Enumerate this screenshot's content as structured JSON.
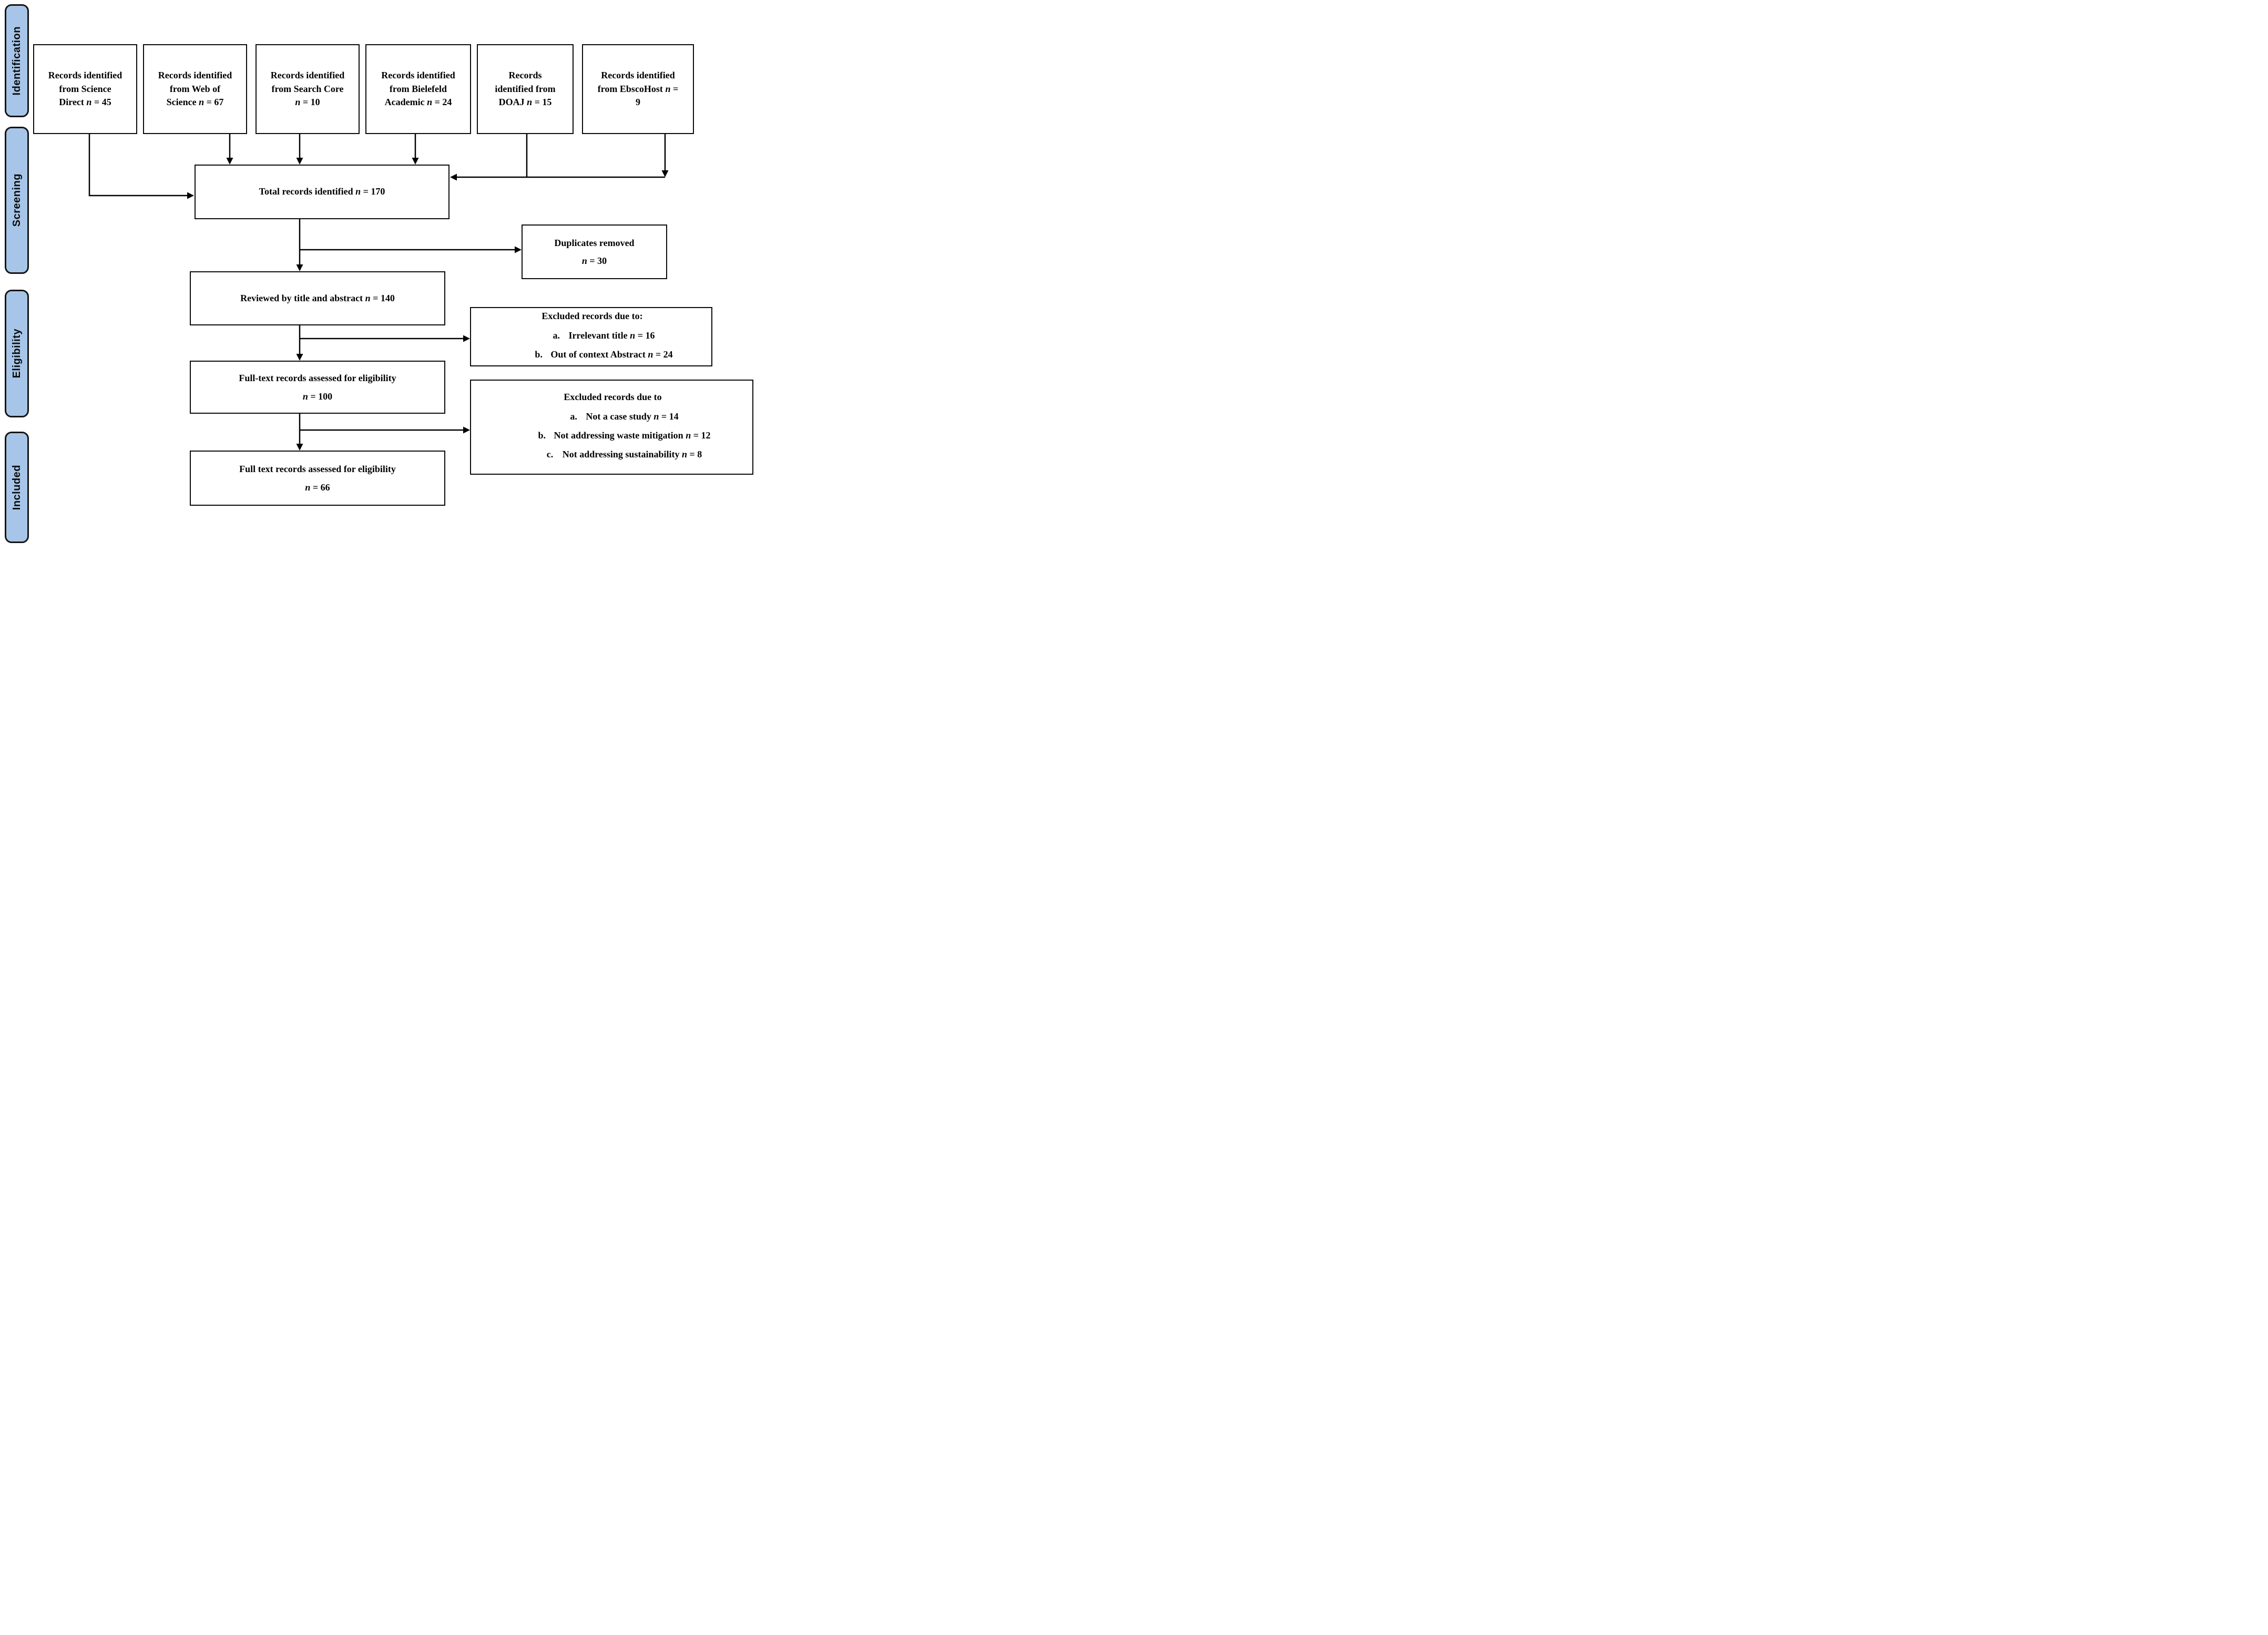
{
  "sidebar": {
    "items": [
      {
        "label": "Identification"
      },
      {
        "label": "Screening"
      },
      {
        "label": "Eligibility"
      },
      {
        "label": "Included"
      }
    ]
  },
  "sources": [
    {
      "label": "Records identified from Science Direct",
      "n": "n",
      "eq": "= 45"
    },
    {
      "label": "Records identified from Web of Science",
      "n": "n",
      "eq": "= 67"
    },
    {
      "label": "Records identified from Search Core",
      "n": "n",
      "eq": "= 10"
    },
    {
      "label": "Records identified from Bielefeld Academic",
      "n": "n",
      "eq": "= 24"
    },
    {
      "label": "Records identified from DOAJ",
      "n": "n",
      "eq": "= 15"
    },
    {
      "label": "Records identified from EbscoHost",
      "n": "n",
      "eq": "= 9"
    }
  ],
  "total": {
    "label": "Total records identified",
    "n": "n",
    "eq": "= 170"
  },
  "duplicates": {
    "line1": "Duplicates removed",
    "n": "n",
    "eq": "= 30"
  },
  "reviewed": {
    "label": "Reviewed by title and abstract",
    "n": "n",
    "eq": "= 140"
  },
  "excluded_title_abstract": {
    "title": "Excluded records due to:",
    "items": [
      {
        "marker": "a.",
        "text": "Irrelevant title",
        "n": "n",
        "eq": "= 16"
      },
      {
        "marker": "b.",
        "text": "Out of context Abstract",
        "n": "n",
        "eq": "= 24"
      }
    ]
  },
  "fulltext_assessed": {
    "line1": "Full-text records assessed for eligibility",
    "n": "n",
    "eq": "= 100"
  },
  "excluded_fulltext": {
    "title": "Excluded records due to",
    "items": [
      {
        "marker": "a.",
        "text": "Not a case study",
        "n": "n",
        "eq": "= 14"
      },
      {
        "marker": "b.",
        "text": "Not addressing waste mitigation",
        "n": "n",
        "eq": "= 12"
      },
      {
        "marker": "c.",
        "text": "Not addressing sustainability",
        "n": "n",
        "eq": "= 8"
      }
    ]
  },
  "fulltext_included": {
    "line1": "Full text records assessed for eligibility",
    "n": "n",
    "eq": "= 66"
  },
  "colors": {
    "tab_fill": "#a7c5e8",
    "tab_border": "#151515",
    "box_border": "#0c0c0c",
    "line": "#000000",
    "background": "#ffffff"
  }
}
